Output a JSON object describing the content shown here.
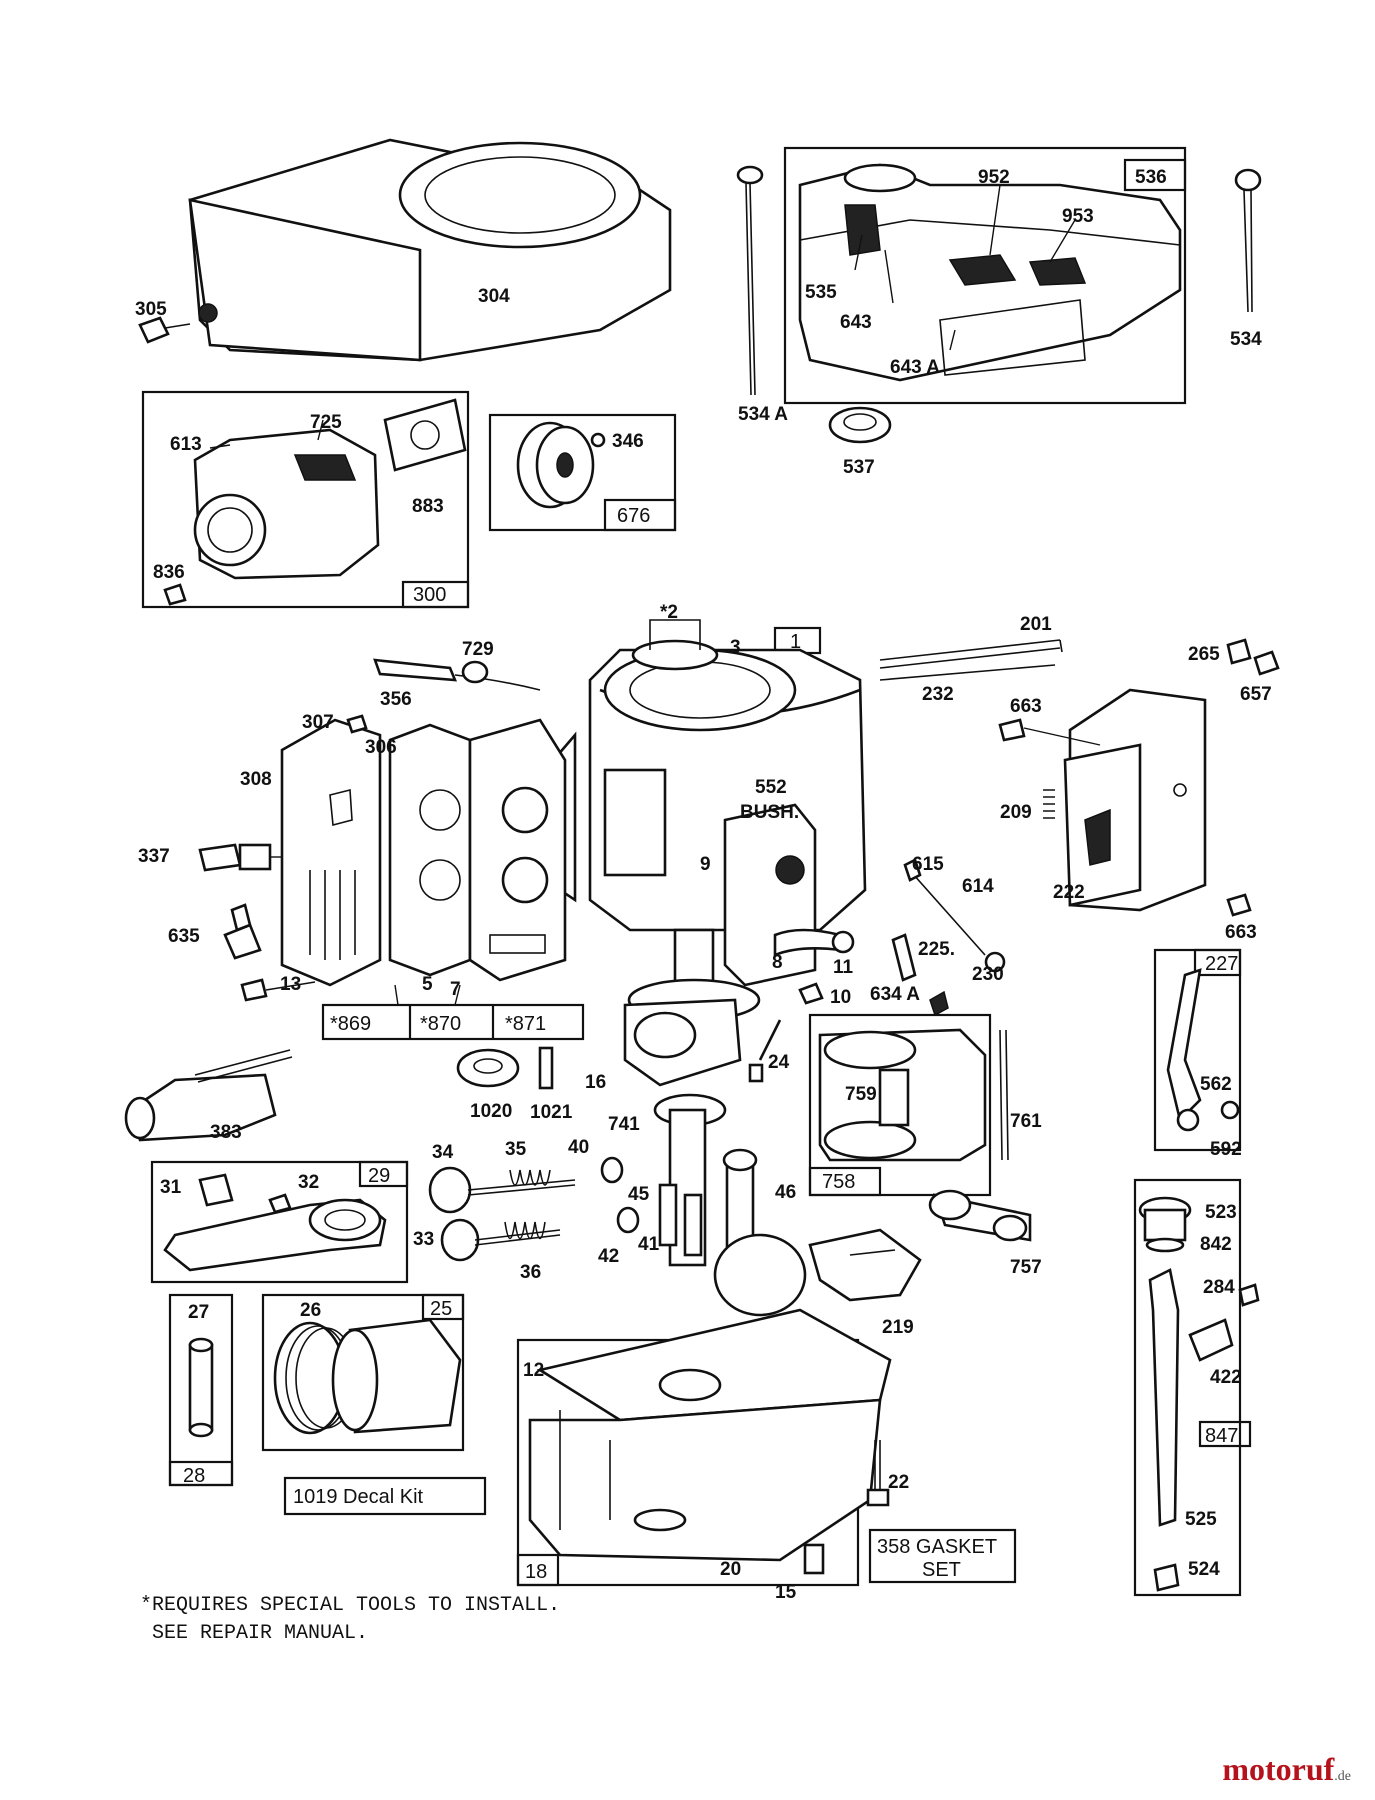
{
  "labels": {
    "l304": "304",
    "l305": "305",
    "l952": "952",
    "l953": "953",
    "l536": "536",
    "l535": "535",
    "l643": "643",
    "l643a": "643 A",
    "l534": "534",
    "l534a": "534 A",
    "l537": "537",
    "l725": "725",
    "l613": "613",
    "l883": "883",
    "l836": "836",
    "l300": "300",
    "l346": "346",
    "l676": "676",
    "l2": "*2",
    "l3": "3",
    "l1": "1",
    "l201": "201",
    "l232": "232",
    "l265": "265",
    "l657": "657",
    "l663a": "663",
    "l729": "729",
    "l356": "356",
    "l307": "307",
    "l306": "306",
    "l308": "308",
    "l552": "552",
    "lbush": "BUSH.",
    "l209": "209",
    "l337": "337",
    "l9": "9",
    "l615": "615",
    "l614": "614",
    "l222": "222",
    "l663b": "663",
    "l635": "635",
    "l13": "13",
    "l5": "5",
    "l7": "7",
    "l8": "8",
    "l11": "11",
    "l225": "225.",
    "l230": "230",
    "l10": "10",
    "l634a": "634 A",
    "l227": "227",
    "l1020": "1020",
    "l1021": "1021",
    "l16": "16",
    "l24": "24",
    "l759": "759",
    "l761": "761",
    "l562": "562",
    "l592": "592",
    "l383": "383",
    "l741": "741",
    "l34": "34",
    "l35": "35",
    "l40": "40",
    "l45": "45",
    "l46": "46",
    "l31": "31",
    "l32": "32",
    "l29": "29",
    "l758": "758",
    "l757": "757",
    "l523": "523",
    "l842": "842",
    "l284": "284",
    "l33": "33",
    "l36": "36",
    "l42": "42",
    "l41": "41",
    "l219": "219",
    "l422": "422",
    "l27": "27",
    "l26": "26",
    "l25": "25",
    "l12": "12",
    "l847": "847",
    "l28": "28",
    "l22": "22",
    "l525": "525",
    "l18": "18",
    "l20": "20",
    "l15": "15",
    "l524": "524"
  },
  "seal_boxes": [
    "*869",
    "*870",
    "*871"
  ],
  "decal_kit": "1019 Decal Kit",
  "gasket_set": [
    "358 GASKET",
    "SET"
  ],
  "footnote": [
    "*REQUIRES SPECIAL TOOLS TO INSTALL.",
    " SEE REPAIR MANUAL."
  ],
  "watermark": {
    "name": "motoruf",
    "suffix": ".de",
    "color": "#b5121b"
  }
}
